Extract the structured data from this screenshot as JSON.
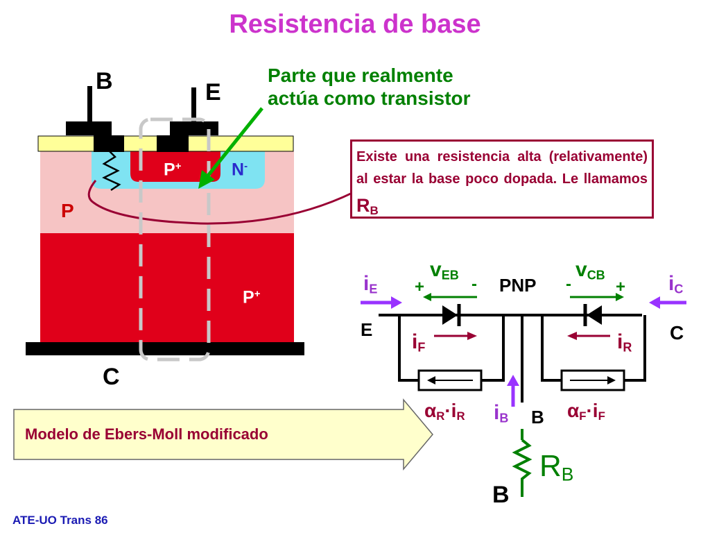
{
  "title": "Resistencia de base",
  "note": {
    "line1": "Parte que realmente",
    "line2": "actúa como  transistor"
  },
  "callout": {
    "text": "Existe una resistencia alta (relativamente) al estar la base poco dopada. Le llamamos",
    "symbol": "R",
    "subscript": "B"
  },
  "device": {
    "terminal_base": "B",
    "terminal_emitter": "E",
    "terminal_collector": "C",
    "region_emitter": "P",
    "region_emitter_sup": "+",
    "region_base": "N",
    "region_base_sup": "-",
    "region_collector_low": "P",
    "region_collector_high": "P",
    "region_collector_high_sup": "+"
  },
  "circuit": {
    "type_label": "PNP",
    "node_e": "E",
    "node_c": "C",
    "node_b": "B",
    "node_b_ext": "B",
    "iE": {
      "main": "i",
      "sub": "E"
    },
    "iC": {
      "main": "i",
      "sub": "C"
    },
    "iF": {
      "main": "i",
      "sub": "F"
    },
    "iR": {
      "main": "i",
      "sub": "R"
    },
    "iB": {
      "main": "i",
      "sub": "B"
    },
    "vEB": {
      "main": "v",
      "sub": "EB",
      "plus": "+",
      "minus": "-"
    },
    "vCB": {
      "main": "v",
      "sub": "CB",
      "plus": "+",
      "minus": "-"
    },
    "src_left": {
      "alpha": "α",
      "sub1": "R",
      "dot": "·i",
      "sub2": "R"
    },
    "src_right": {
      "alpha": "α",
      "sub1": "F",
      "dot": "·i",
      "sub2": "F"
    },
    "rb": {
      "main": "R",
      "sub": "B"
    }
  },
  "arrow_label": "Modelo de Ebers-Moll modificado",
  "footer": "ATE-UO Trans 86",
  "colors": {
    "title": "#cc33cc",
    "note": "#008000",
    "callout": "#990033",
    "p_plus": "#e0001a",
    "p_light": "#f6c4c4",
    "n_region": "#7fe3f2",
    "oxide": "#ffff99",
    "current_arrow": "#9933ff",
    "footer": "#1a1ab3"
  }
}
